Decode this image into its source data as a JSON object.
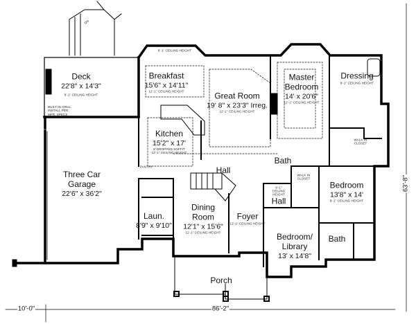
{
  "plan": {
    "overall_width": "86'-2\"",
    "garage_offset": "10'-0\"",
    "overall_depth": "63'-8\"",
    "stair_note": "DN",
    "rooms": {
      "deck": {
        "name": "Deck",
        "size": "22'8\" x 14'3\"",
        "ceiling": "9'-1\" CEILING HEIGHT",
        "note": "BUILT IN GRILL INSTALL PER MFR. SPECS"
      },
      "breakfast": {
        "name": "Breakfast",
        "size": "15'6\" x 14'11\"",
        "ceiling": "12'-1\" CEILING HEIGHT",
        "bay_ceiling": "9'-1\" CEILING HEIGHT"
      },
      "great_room": {
        "name": "Great Room",
        "size": "19' 8\" x 23'3\" Irreg.",
        "ceiling": "12'-1\" CEILING HEIGHT"
      },
      "master_bedroom": {
        "name_line1": "Master",
        "name_line2": "Bedroom",
        "size": "14' x 20'6\"",
        "ceiling": "12'-1\" CEILING HEIGHT"
      },
      "dressing": {
        "name": "Dressing",
        "ceiling": "9'-1\" CEILING HEIGHT"
      },
      "master_closet": {
        "name": "WALK IN CLOSET"
      },
      "kitchen": {
        "name": "Kitchen",
        "size": "15'2\" x 17'",
        "soffit": "8' DROPPED SOFFIT",
        "ceiling": "12'-1\" CEILING HEIGHT"
      },
      "pantry": {
        "name": "PANTRY"
      },
      "hall_main": {
        "name": "Hall"
      },
      "bath_master": {
        "name": "Bath"
      },
      "bedroom_closet": {
        "name": "WALK IN CLOSET"
      },
      "bedroom": {
        "name": "Bedroom",
        "size": "13'8\" x 14'",
        "ceiling": "9'-1\" CEILING HEIGHT"
      },
      "hall_side": {
        "name": "Hall",
        "ceiling": "9'-1\" CEILING HEIGHT"
      },
      "garage": {
        "name_line1": "Three Car",
        "name_line2": "Garage",
        "size": "22'6\" x 36'2\""
      },
      "laundry": {
        "name": "Laun.",
        "size": "8'9\" x 9'10\""
      },
      "dining": {
        "name_line1": "Dining",
        "name_line2": "Room",
        "size": "12'1\" x 15'6\"",
        "ceiling": "12'-1\" CEILING HEIGHT"
      },
      "foyer": {
        "name": "Foyer",
        "ceiling": "12'-1\" CEILING HEIGHT"
      },
      "library": {
        "name_line1": "Bedroom/",
        "name_line2": "Library",
        "size": "13' x 14'8\""
      },
      "bath_lower": {
        "name": "Bath"
      },
      "porch": {
        "name": "Porch"
      }
    }
  }
}
